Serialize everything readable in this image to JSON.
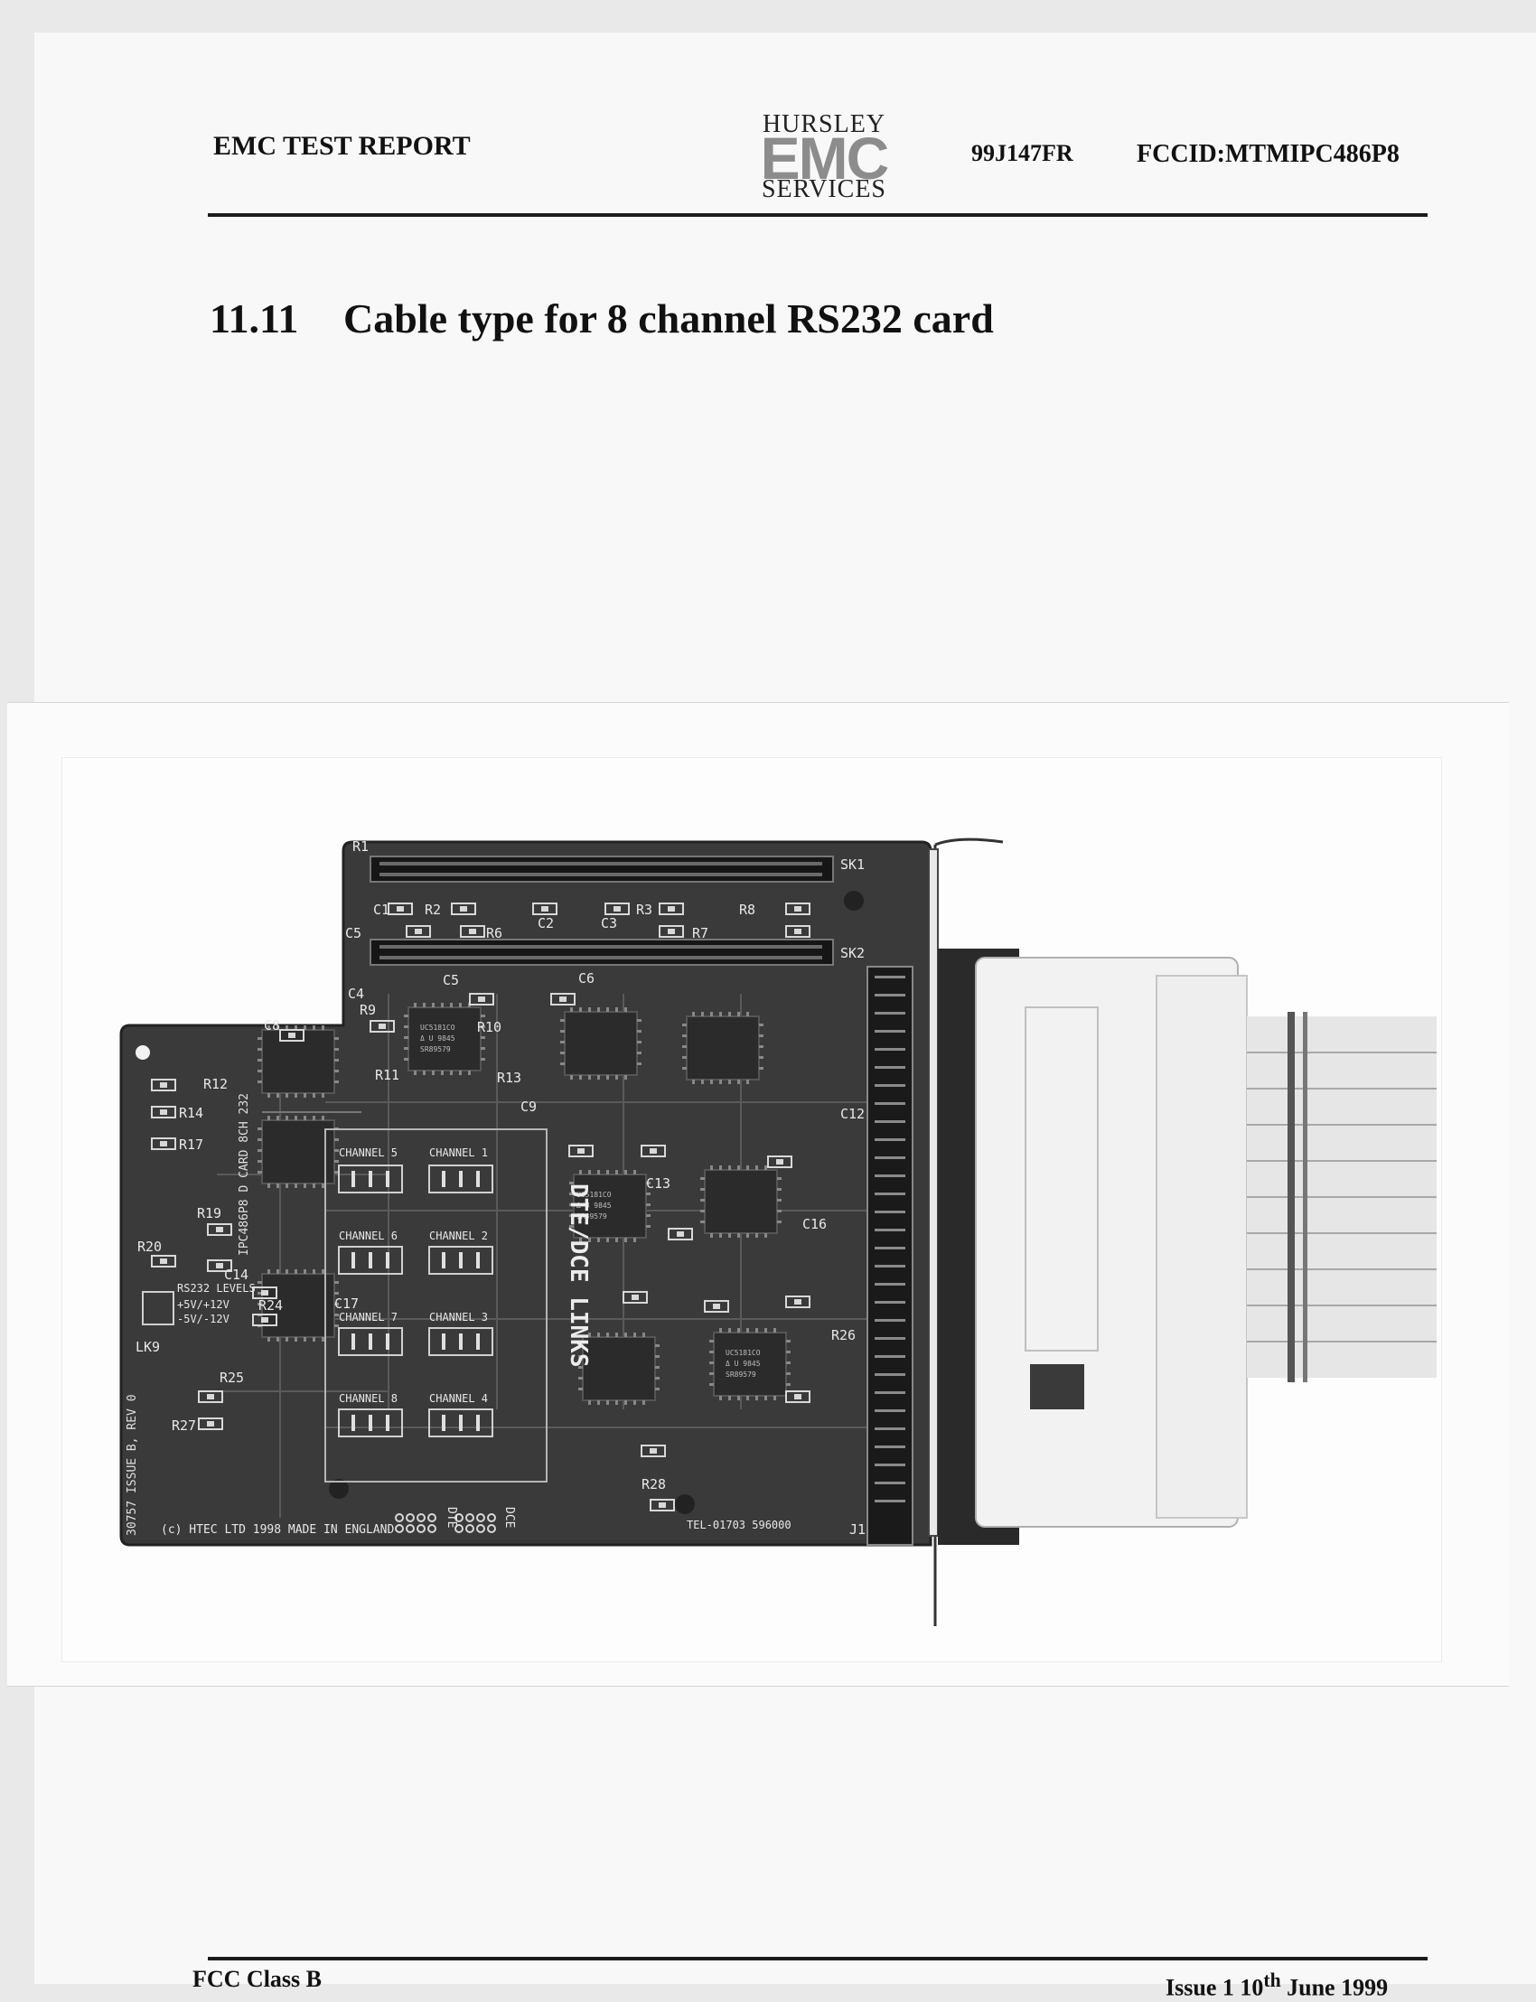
{
  "header": {
    "title": "EMC TEST REPORT",
    "logo_top": "HURSLEY",
    "logo_main": "EMC",
    "logo_bottom": "SERVICES",
    "report_number": "99J147FR",
    "fcc_id": "FCCID:MTMIPC486P8"
  },
  "section": {
    "number": "11.11",
    "title": "Cable type for  8 channel RS232 card"
  },
  "board": {
    "labels": {
      "r1": "R1",
      "sk1": "SK1",
      "sk2": "SK2",
      "c1": "C1",
      "c2": "C2",
      "c3": "C3",
      "c4": "C4",
      "c5": "C5",
      "c6": "C6",
      "c8": "C8",
      "c9": "C9",
      "r2": "R2",
      "r3": "R3",
      "r6": "R6",
      "r7": "R7",
      "r8": "R8",
      "r9": "R9",
      "r10": "R10",
      "r11": "R11",
      "r12": "R12",
      "r13": "R13",
      "r14": "R14",
      "r17": "R17",
      "r19": "R19",
      "r20": "R20",
      "r24": "R24",
      "r25": "R25",
      "r26": "R26",
      "r27": "R27",
      "r28": "R28",
      "c12": "C12",
      "c13": "C13",
      "c14": "C14",
      "c16": "C16",
      "c17": "C17",
      "lk9": "LK9",
      "j1": "J1",
      "ch1": "CHANNEL 1",
      "ch2": "CHANNEL 2",
      "ch3": "CHANNEL 3",
      "ch4": "CHANNEL 4",
      "ch5": "CHANNEL 5",
      "ch6": "CHANNEL 6",
      "ch7": "CHANNEL 7",
      "ch8": "CHANNEL 8",
      "dte_dce_links": "DTE/DCE LINKS",
      "dte": "DTE",
      "dce": "DCE",
      "rs232_levels": "RS232 LEVELS",
      "plus_v": "+5V/+12V",
      "minus_v": "-5V/-12V",
      "vertical_1": "30757 ISSUE B, REV 0",
      "vertical_2": "IPC486P8 D CARD 8CH 232",
      "copyright": "(c) HTEC LTD 1998   MADE IN ENGLAND",
      "tel": "TEL-01703  596000"
    },
    "chip_text": [
      "UC5181CO",
      "Δ U 9845",
      "SR89579"
    ]
  },
  "footer": {
    "class": "FCC Class  B",
    "date_prefix": "Issue 1  10",
    "date_sup": "th",
    "date_suffix": " June 1999"
  }
}
